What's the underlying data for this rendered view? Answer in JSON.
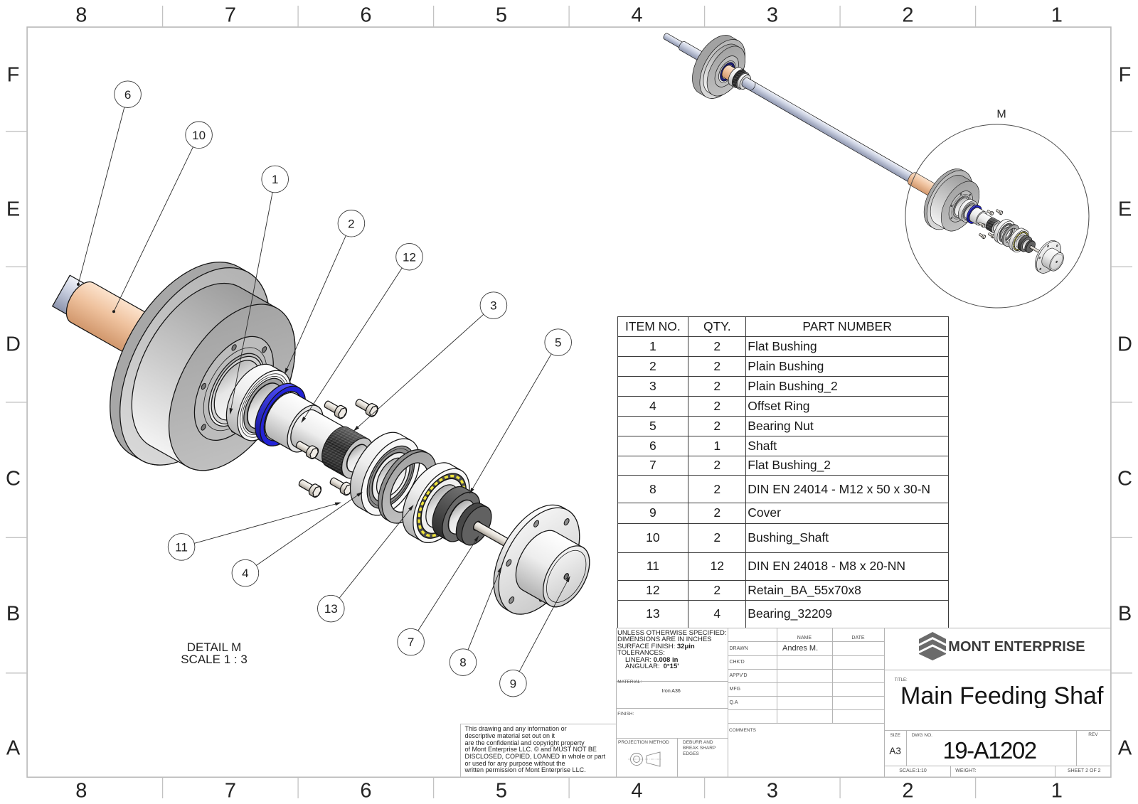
{
  "sheet": {
    "zone_columns": [
      "8",
      "7",
      "6",
      "5",
      "4",
      "3",
      "2",
      "1"
    ],
    "zone_rows": [
      "F",
      "E",
      "D",
      "C",
      "B",
      "A"
    ]
  },
  "views": {
    "isometric": {
      "detail_marker_label": "M"
    },
    "detail": {
      "title": "DETAIL M",
      "scale": "SCALE 1 : 3",
      "balloons": [
        "6",
        "10",
        "1",
        "2",
        "12",
        "3",
        "5",
        "11",
        "4",
        "13",
        "7",
        "8",
        "9"
      ]
    }
  },
  "bom": {
    "headers": {
      "item_no": "ITEM NO.",
      "qty": "QTY.",
      "part_number": "PART NUMBER"
    },
    "rows": [
      {
        "item": "1",
        "qty": "2",
        "part": "Flat Bushing"
      },
      {
        "item": "2",
        "qty": "2",
        "part": "Plain Bushing"
      },
      {
        "item": "3",
        "qty": "2",
        "part": "Plain Bushing_2"
      },
      {
        "item": "4",
        "qty": "2",
        "part": "Offset Ring"
      },
      {
        "item": "5",
        "qty": "2",
        "part": "Bearing Nut"
      },
      {
        "item": "6",
        "qty": "1",
        "part": "Shaft"
      },
      {
        "item": "7",
        "qty": "2",
        "part": "Flat Bushing_2"
      },
      {
        "item": "8",
        "qty": "2",
        "part": "DIN EN 24014 - M12 x 50 x 30-N"
      },
      {
        "item": "9",
        "qty": "2",
        "part": "Cover"
      },
      {
        "item": "10",
        "qty": "2",
        "part": "Bushing_Shaft"
      },
      {
        "item": "11",
        "qty": "12",
        "part": "DIN EN 24018 - M8 x 20-NN"
      },
      {
        "item": "12",
        "qty": "2",
        "part": "Retain_BA_55x70x8"
      },
      {
        "item": "13",
        "qty": "4",
        "part": "Bearing_32209"
      }
    ]
  },
  "title_block": {
    "tolerances": {
      "header": "UNLESS OTHERWISE SPECIFIED:",
      "units": "DIMENSIONS ARE IN INCHES",
      "surface_finish_label": "SURFACE FINISH:",
      "surface_finish_value": "32μin",
      "tolerances_label": "TOLERANCES:",
      "linear_label": "LINEAR:",
      "linear_value": "0.008 in",
      "angular_label": "ANGULAR:",
      "angular_value": "0°15'"
    },
    "material": {
      "label": "MATERIAL:",
      "value": "Iron A36"
    },
    "finish": {
      "label": "FINISH:",
      "value": ""
    },
    "projection_method_label": "PROJECTION METHOD",
    "deburr_note": [
      "DEBURR AND",
      "BREAK SHARP",
      "EDGES"
    ],
    "signoff": {
      "name_header": "NAME",
      "date_header": "DATE",
      "rows": [
        {
          "role": "DRAWN",
          "name": "Andres M.",
          "date": ""
        },
        {
          "role": "CHK'D",
          "name": "",
          "date": ""
        },
        {
          "role": "APPV'D",
          "name": "",
          "date": ""
        },
        {
          "role": "MFG",
          "name": "",
          "date": ""
        },
        {
          "role": "Q.A",
          "name": "",
          "date": ""
        }
      ]
    },
    "comments_label": "COMMENTS",
    "company": "MONT ENTERPRISE",
    "title_label": "TITLE:",
    "title": "Main Feeding Shaf",
    "size_label": "SIZE",
    "size": "A3",
    "dwg_no_label": "DWG NO.",
    "dwg_no": "19-A1202",
    "rev_label": "REV",
    "rev": "",
    "scale": "SCALE:1:10",
    "weight_label": "WEIGHT:",
    "sheet": "SHEET 2 OF 2"
  },
  "notice": {
    "lines": [
      "This drawing and any information or",
      "descriptive material set out on it",
      "are the confidential and copyright property",
      "of Mont Enterprise LLC. © and MUST NOT BE",
      "DISCLOSED, COPIED, LOANED in whole or part",
      "or used for any purpose without the",
      "written permission of Mont Enterprise LLC."
    ]
  },
  "colors": {
    "logo_text": "#3b3b3b",
    "logo_icon": "#6b6b6b",
    "bushing_copper": "#efc29e",
    "shaft_steel": "#cbd1e2",
    "retaining_ring_blue": "#2323d6",
    "bearing_cage_yellow": "#eee23a"
  }
}
